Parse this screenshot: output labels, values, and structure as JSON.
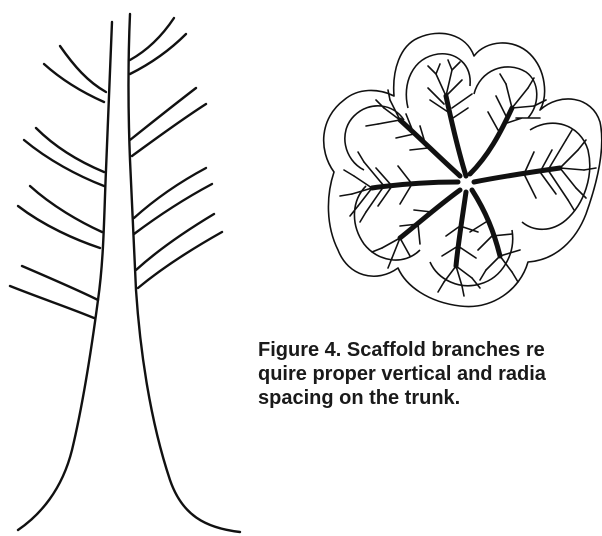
{
  "figure": {
    "caption_lines": [
      "Figure 4. Scaffold branches re",
      "quire proper vertical and radia",
      "spacing on the trunk."
    ],
    "colors": {
      "background": "#ffffff",
      "ink": "#111111",
      "caption": "#1a1a1a"
    },
    "illustrations": {
      "side_view": "tree-side-view-illustration",
      "top_view": "tree-canopy-top-view-illustration"
    }
  }
}
